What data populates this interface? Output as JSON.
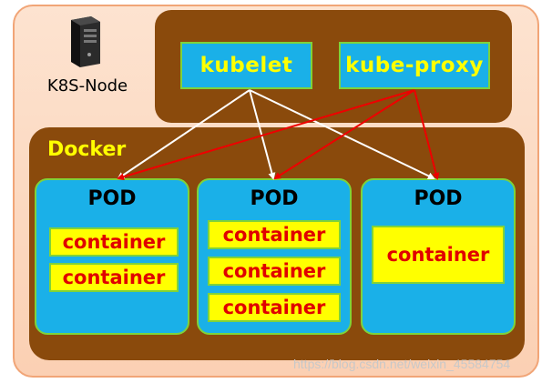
{
  "node": {
    "label": "K8S-Node",
    "icon": "server-icon"
  },
  "agents": {
    "kubelet": "kubelet",
    "kube_proxy": "kube-proxy"
  },
  "docker": {
    "label": "Docker"
  },
  "pods": [
    {
      "title": "POD",
      "containers": [
        "container",
        "container"
      ]
    },
    {
      "title": "POD",
      "containers": [
        "container",
        "container",
        "container"
      ]
    },
    {
      "title": "POD",
      "containers": [
        "container"
      ]
    }
  ],
  "watermark": "https://blog.csdn.net/weixin_45584754",
  "colors": {
    "frame_fill": "#fbd0b3",
    "frame_border": "#f1a577",
    "panel_brown": "#8a4a0c",
    "box_blue": "#1ab0e8",
    "box_border_green": "#7fd23a",
    "label_yellow": "#ffff00",
    "container_text_red": "#e00000",
    "kubelet_arrow": "#ffffff",
    "kube_proxy_arrow": "#ee0000"
  }
}
